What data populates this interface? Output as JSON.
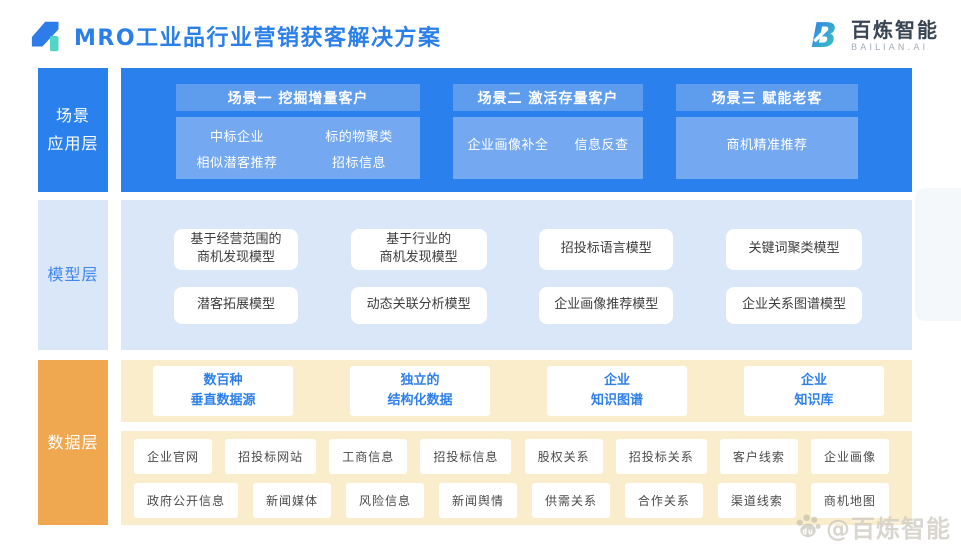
{
  "header": {
    "title": "MRO工业品行业营销获客解决方案",
    "brand": {
      "name": "百炼智能",
      "sub": "BAILIAN.AI"
    }
  },
  "layers": {
    "scenario": {
      "label_lines": [
        "场景",
        "应用层"
      ],
      "scenarios": [
        {
          "title": "场景一 挖掘增量客户",
          "items": [
            "中标企业",
            "标的物聚类",
            "相似潜客推荐",
            "招标信息"
          ]
        },
        {
          "title": "场景二 激活存量客户",
          "items": [
            "企业画像补全",
            "信息反查"
          ]
        },
        {
          "title": "场景三 赋能老客",
          "items": [
            "商机精准推荐"
          ]
        }
      ]
    },
    "model": {
      "label": "模型层",
      "boxes": [
        {
          "lines": [
            "基于经营范围的",
            "商机发现模型"
          ]
        },
        {
          "lines": [
            "基于行业的",
            "商机发现模型"
          ]
        },
        {
          "lines": [
            "招投标语言模型"
          ]
        },
        {
          "lines": [
            "关键词聚类模型"
          ]
        },
        {
          "lines": [
            "潜客拓展模型"
          ]
        },
        {
          "lines": [
            "动态关联分析模型"
          ]
        },
        {
          "lines": [
            "企业画像推荐模型"
          ]
        },
        {
          "lines": [
            "企业关系图谱模型"
          ]
        }
      ]
    },
    "data": {
      "label": "数据层",
      "capabilities": [
        {
          "lines": [
            "数百种",
            "垂直数据源"
          ]
        },
        {
          "lines": [
            "独立的",
            "结构化数据"
          ]
        },
        {
          "lines": [
            "企业",
            "知识图谱"
          ]
        },
        {
          "lines": [
            "企业",
            "知识库"
          ]
        }
      ],
      "sources": [
        [
          "企业官网",
          "招投标网站",
          "工商信息",
          "招投标信息",
          "股权关系",
          "招投标关系",
          "客户线索",
          "企业画像"
        ],
        [
          "政府公开信息",
          "新闻媒体",
          "风险信息",
          "新闻舆情",
          "供需关系",
          "合作关系",
          "渠道线索",
          "商机地图"
        ]
      ]
    }
  },
  "watermark": {
    "text": "@百炼智能"
  },
  "colors": {
    "brand-blue": "#2B7FE9",
    "layer-blue": "#2A80EC",
    "scenario-header": "#5E9DEE",
    "scenario-box": "#74A9F1",
    "model-bg": "#D9E7F9",
    "model-label": "#3F86ED",
    "data-orange": "#F0A850",
    "data-bg": "#FAEDCB",
    "cap-text": "#2E7FE9",
    "teal": "#52D6C3"
  }
}
